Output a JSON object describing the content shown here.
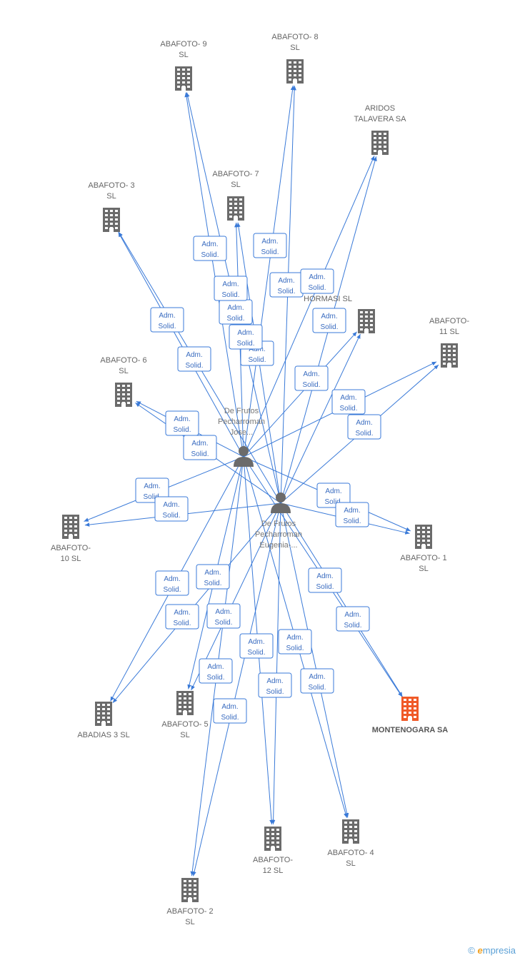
{
  "persons": [
    {
      "id": "jose",
      "label_lines": [
        "De Frutos",
        "Pecharroman",
        "Jose..."
      ]
    },
    {
      "id": "eugenia",
      "label_lines": [
        "De Frutos",
        "Pecharroman",
        "Eugenia-..."
      ]
    }
  ],
  "companies": [
    {
      "id": "abafoto9",
      "label_lines": [
        "ABAFOTO- 9",
        "SL"
      ],
      "label_pos": "above",
      "highlight": false
    },
    {
      "id": "abafoto8",
      "label_lines": [
        "ABAFOTO- 8",
        "SL"
      ],
      "label_pos": "above",
      "highlight": false
    },
    {
      "id": "aridos",
      "label_lines": [
        "ARIDOS",
        "TALAVERA SA"
      ],
      "label_pos": "above",
      "highlight": false
    },
    {
      "id": "abafoto7",
      "label_lines": [
        "ABAFOTO- 7",
        "SL"
      ],
      "label_pos": "above",
      "highlight": false
    },
    {
      "id": "abafoto3",
      "label_lines": [
        "ABAFOTO- 3",
        "SL"
      ],
      "label_pos": "above",
      "highlight": false
    },
    {
      "id": "hormasi",
      "label_lines": [
        "HORMASI  SL"
      ],
      "label_pos": "left",
      "highlight": false
    },
    {
      "id": "abafoto11",
      "label_lines": [
        "ABAFOTO-",
        "11  SL"
      ],
      "label_pos": "above",
      "highlight": false
    },
    {
      "id": "abafoto6",
      "label_lines": [
        "ABAFOTO- 6",
        "SL"
      ],
      "label_pos": "above",
      "highlight": false
    },
    {
      "id": "abafoto10",
      "label_lines": [
        "ABAFOTO-",
        "10  SL"
      ],
      "label_pos": "below",
      "highlight": false
    },
    {
      "id": "abafoto1",
      "label_lines": [
        "ABAFOTO- 1",
        "SL"
      ],
      "label_pos": "below",
      "highlight": false
    },
    {
      "id": "montenogara",
      "label_lines": [
        "MONTENOGARA SA"
      ],
      "label_pos": "below",
      "highlight": true
    },
    {
      "id": "abadias3",
      "label_lines": [
        "ABADIAS 3  SL"
      ],
      "label_pos": "below",
      "highlight": false
    },
    {
      "id": "abafoto5",
      "label_lines": [
        "ABAFOTO- 5",
        "SL"
      ],
      "label_pos": "below",
      "highlight": false
    },
    {
      "id": "abafoto12",
      "label_lines": [
        "ABAFOTO-",
        "12  SL"
      ],
      "label_pos": "below",
      "highlight": false
    },
    {
      "id": "abafoto4",
      "label_lines": [
        "ABAFOTO- 4",
        "SL"
      ],
      "label_pos": "below",
      "highlight": false
    },
    {
      "id": "abafoto2",
      "label_lines": [
        "ABAFOTO- 2",
        "SL"
      ],
      "label_pos": "below",
      "highlight": false
    }
  ],
  "edges": [
    {
      "from": "jose",
      "to": "abafoto9",
      "label": [
        "Adm.",
        "Solid."
      ]
    },
    {
      "from": "eugenia",
      "to": "abafoto9",
      "label": [
        "Adm.",
        "Solid."
      ]
    },
    {
      "from": "jose",
      "to": "abafoto8",
      "label": [
        "Adm.",
        "Solid."
      ]
    },
    {
      "from": "eugenia",
      "to": "abafoto8",
      "label": [
        "Adm.",
        "Solid."
      ]
    },
    {
      "from": "jose",
      "to": "aridos",
      "label": [
        "Adm.",
        "Solid."
      ]
    },
    {
      "from": "eugenia",
      "to": "aridos",
      "label": [
        "Adm.",
        "Solid."
      ]
    },
    {
      "from": "jose",
      "to": "abafoto7",
      "label": [
        "Adm.",
        "Solid."
      ]
    },
    {
      "from": "eugenia",
      "to": "abafoto7",
      "label": [
        "Adm.",
        "Solid."
      ]
    },
    {
      "from": "jose",
      "to": "abafoto3",
      "label": [
        "Adm.",
        "Solid."
      ]
    },
    {
      "from": "eugenia",
      "to": "abafoto3",
      "label": [
        "Adm.",
        "Solid."
      ]
    },
    {
      "from": "jose",
      "to": "hormasi",
      "label": [
        "Adm.",
        "Solid."
      ]
    },
    {
      "from": "eugenia",
      "to": "hormasi",
      "label": [
        "Adm.",
        "Solid."
      ]
    },
    {
      "from": "jose",
      "to": "abafoto11",
      "label": [
        "Adm.",
        "Solid."
      ]
    },
    {
      "from": "eugenia",
      "to": "abafoto11",
      "label": [
        "Adm.",
        "Solid."
      ]
    },
    {
      "from": "jose",
      "to": "abafoto6",
      "label": [
        "Adm.",
        "Solid."
      ]
    },
    {
      "from": "eugenia",
      "to": "abafoto6",
      "label": [
        "Adm.",
        "Solid."
      ]
    },
    {
      "from": "jose",
      "to": "abafoto10",
      "label": [
        "Adm.",
        "Solid."
      ]
    },
    {
      "from": "eugenia",
      "to": "abafoto10",
      "label": [
        "Adm.",
        "Solid."
      ]
    },
    {
      "from": "jose",
      "to": "abafoto1",
      "label": [
        "Adm.",
        "Solid."
      ]
    },
    {
      "from": "eugenia",
      "to": "abafoto1",
      "label": [
        "Adm.",
        "Solid."
      ]
    },
    {
      "from": "jose",
      "to": "montenogara",
      "label": [
        "Adm.",
        "Solid."
      ]
    },
    {
      "from": "eugenia",
      "to": "montenogara",
      "label": [
        "Adm.",
        "Solid."
      ]
    },
    {
      "from": "jose",
      "to": "abadias3",
      "label": [
        "Adm.",
        "Solid."
      ]
    },
    {
      "from": "eugenia",
      "to": "abadias3",
      "label": [
        "Adm.",
        "Solid."
      ]
    },
    {
      "from": "jose",
      "to": "abafoto5",
      "label": [
        "Adm.",
        "Solid."
      ]
    },
    {
      "from": "eugenia",
      "to": "abafoto5",
      "label": [
        "Adm.",
        "Solid."
      ]
    },
    {
      "from": "jose",
      "to": "abafoto12",
      "label": [
        "Adm.",
        "Solid."
      ]
    },
    {
      "from": "eugenia",
      "to": "abafoto12",
      "label": [
        "Adm.",
        "Solid."
      ]
    },
    {
      "from": "jose",
      "to": "abafoto4",
      "label": [
        "Adm.",
        "Solid."
      ]
    },
    {
      "from": "eugenia",
      "to": "abafoto4",
      "label": [
        "Adm.",
        "Solid."
      ]
    },
    {
      "from": "jose",
      "to": "abafoto2",
      "label": [
        "Adm.",
        "Solid."
      ]
    },
    {
      "from": "eugenia",
      "to": "abafoto2",
      "label": [
        "Adm.",
        "Solid."
      ]
    }
  ],
  "colors": {
    "edge": "#3a7ad8",
    "company": "#6b6b6b",
    "highlight_company": "#f05a28",
    "person": "#6b6b6b"
  },
  "footer": {
    "copyright": "©",
    "brand_first": "e",
    "brand_rest": "mpresia"
  }
}
